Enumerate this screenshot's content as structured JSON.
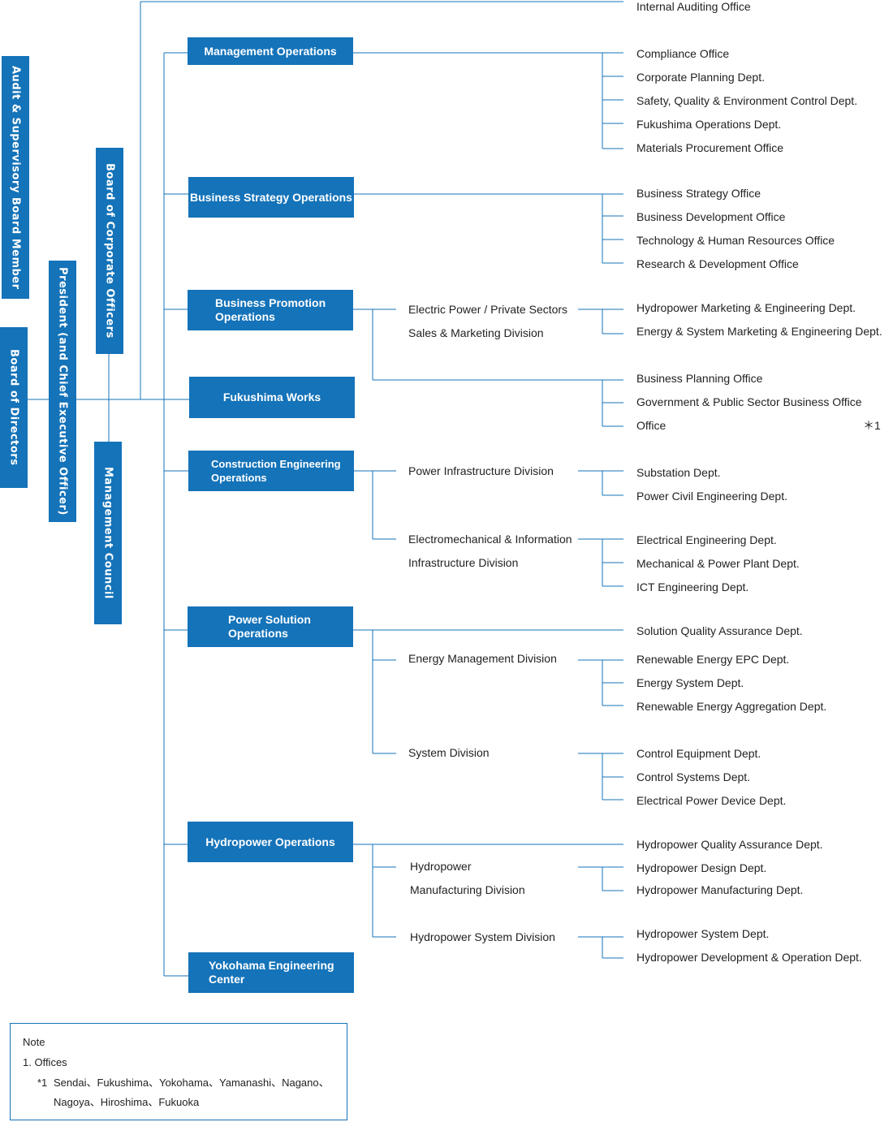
{
  "colors": {
    "box": "#1473b9",
    "line": "#1473b9"
  },
  "left_column": {
    "board_of_directors": "Board of Directors",
    "audit_board": "Audit & Supervisory Board Member",
    "president": "President (and Chief Executive Officer)",
    "board_of_corporate_officers": "Board of Corporate Officers",
    "management_council": "Management Council"
  },
  "internal_auditing_office": "Internal Auditing Office",
  "operations": [
    {
      "label": "Management Operations"
    },
    {
      "label": "Business Strategy Operations"
    },
    {
      "label": "Business Promotion\nOperations"
    },
    {
      "label": "Fukushima Works"
    },
    {
      "label": "Construction Engineering\nOperations"
    },
    {
      "label": "Power Solution\nOperations"
    },
    {
      "label": "Hydropower Operations"
    },
    {
      "label": "Yokohama Engineering\nCenter"
    }
  ],
  "divisions": [
    {
      "line1": "Electric Power / Private Sectors",
      "line2": "Sales & Marketing Division"
    },
    {
      "line1": "Power Infrastructure Division"
    },
    {
      "line1": "Electromechanical & Information",
      "line2": "Infrastructure Division"
    },
    {
      "line1": "Energy Management Division"
    },
    {
      "line1": "System Division"
    },
    {
      "line1": "Hydropower",
      "line2": "Manufacturing Division"
    },
    {
      "line1": "Hydropower System Division"
    }
  ],
  "depts": [
    "Compliance Office",
    "Corporate Planning Dept.",
    "Safety, Quality & Environment Control Dept.",
    "Fukushima Operations Dept.",
    "Materials Procurement Office",
    "Business Strategy Office",
    "Business Development Office",
    "Technology & Human Resources Office",
    "Research & Development Office",
    "Hydropower Marketing & Engineering Dept.",
    "Energy & System Marketing & Engineering Dept.",
    "Business Planning Office",
    "Government & Public Sector Business Office",
    "Office",
    "Substation Dept.",
    "Power Civil Engineering Dept.",
    "Electrical Engineering Dept.",
    "Mechanical & Power Plant Dept.",
    "ICT Engineering Dept.",
    "Solution Quality Assurance Dept.",
    "Renewable Energy EPC Dept.",
    "Energy System Dept.",
    "Renewable Energy Aggregation Dept.",
    "Control Equipment Dept.",
    "Control Systems Dept.",
    "Electrical Power Device Dept.",
    "Hydropower Quality Assurance Dept.",
    "Hydropower Design Dept.",
    "Hydropower Manufacturing Dept.",
    "Hydropower System Dept.",
    "Hydropower Development & Operation Dept."
  ],
  "office_footnote_mark": "＊1",
  "note": {
    "title": "Note",
    "item1": "1.  Offices",
    "footnote_mark": "*1",
    "line1": "Sendai、Fukushima、Yokohama、Yamanashi、Nagano、",
    "line2": "Nagoya、Hiroshima、Fukuoka"
  }
}
